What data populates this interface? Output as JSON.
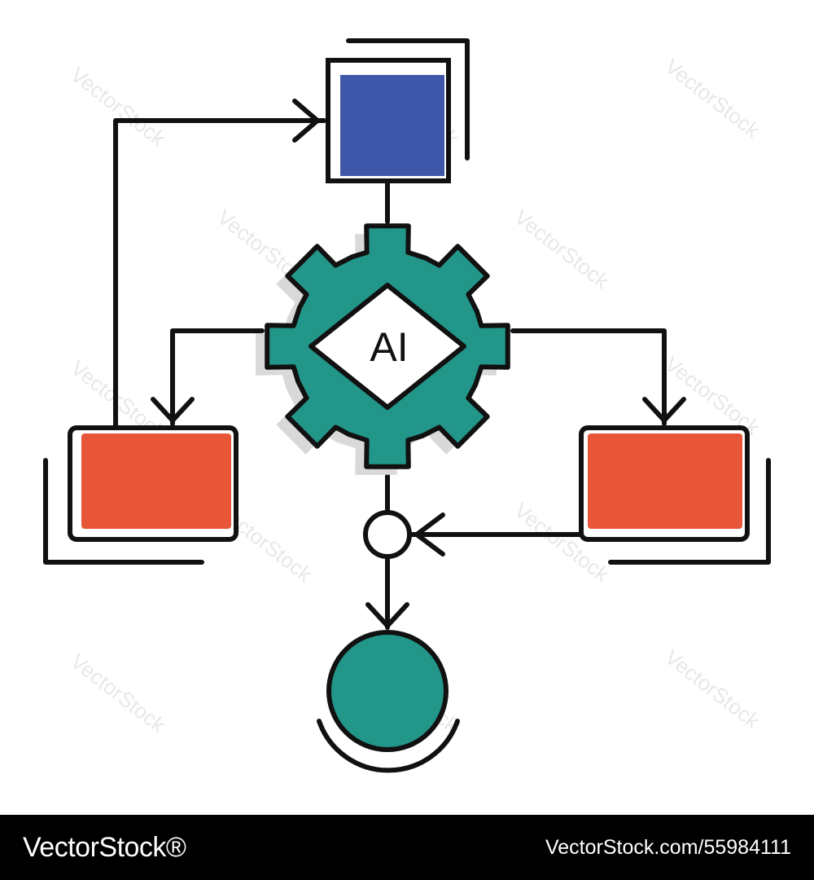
{
  "diagram": {
    "center_label": "AI",
    "colors": {
      "blue_box": "#3f57a8",
      "red_box": "#e8563a",
      "teal": "#23968a",
      "outline": "#111111",
      "shadow": "#d9d9d9"
    }
  },
  "watermark": {
    "text": "VectorStock"
  },
  "footer": {
    "brand": "VectorStock®",
    "url": "VectorStock.com/55984111"
  }
}
